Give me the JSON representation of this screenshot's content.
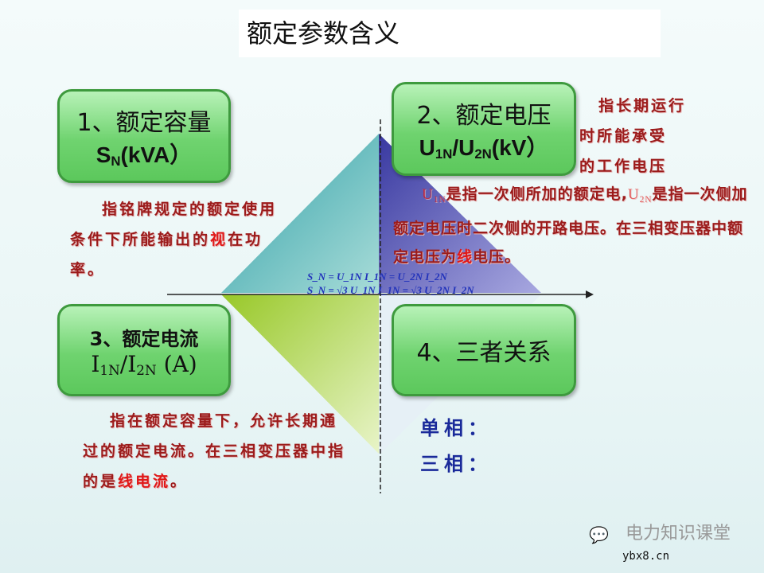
{
  "title": "额定参数含义",
  "boxes": {
    "b1": {
      "line1": "1、额定容量",
      "sym": "S",
      "sub": "N",
      "unit": "(kVA）"
    },
    "b2": {
      "line1": "2、额定电压",
      "sym1": "U",
      "sub1": "1N",
      "slash": "/",
      "sym2": "U",
      "sub2": "2N",
      "unit": "(kV）"
    },
    "b3": {
      "line1": "3、额定电流",
      "sym1": "I",
      "sub1": "1N",
      "slash": "/",
      "sym2": "I",
      "sub2": "2N",
      "unit": " (A)"
    },
    "b4": {
      "line1": "4、三者关系"
    }
  },
  "desc": {
    "d1": {
      "text": "指铭牌规定的额定使用条件下所能输出的",
      "hl": "视",
      "tail": "在功率。"
    },
    "d2a": {
      "lines": [
        "指长期运行",
        "时所能承受",
        "的工作电压"
      ]
    },
    "d2b": {
      "u1": "U",
      "u1s": "1N",
      "t1": "是指一次侧所加的额定电,",
      "u2": "U",
      "u2s": "2N",
      "t2": "是指一次侧加额定电压时二次侧的开路电压。在三相变压器中额定电压为",
      "hl": "线",
      "tail": "电压。"
    },
    "d3": {
      "text": "指在额定容量下，允许长期通过的额定电流。在三相变压器中指的是",
      "hl": "线电流",
      "tail": "。"
    }
  },
  "formulas": {
    "f1": "S_N = U_1N I_1N = U_2N I_2N",
    "f2": "S_N = √3 U_1N I_1N = √3 U_2N I_2N"
  },
  "relations": {
    "single": "单相：",
    "three": "三相："
  },
  "watermark": {
    "brand": "电力知识课堂",
    "site": "ybx8.cn"
  },
  "colors": {
    "teal": "#5cb8b8",
    "purple": "#5a5ab4",
    "green": "#a8d040",
    "box": "#6fd36f",
    "text_red": "#9b1b1b"
  }
}
